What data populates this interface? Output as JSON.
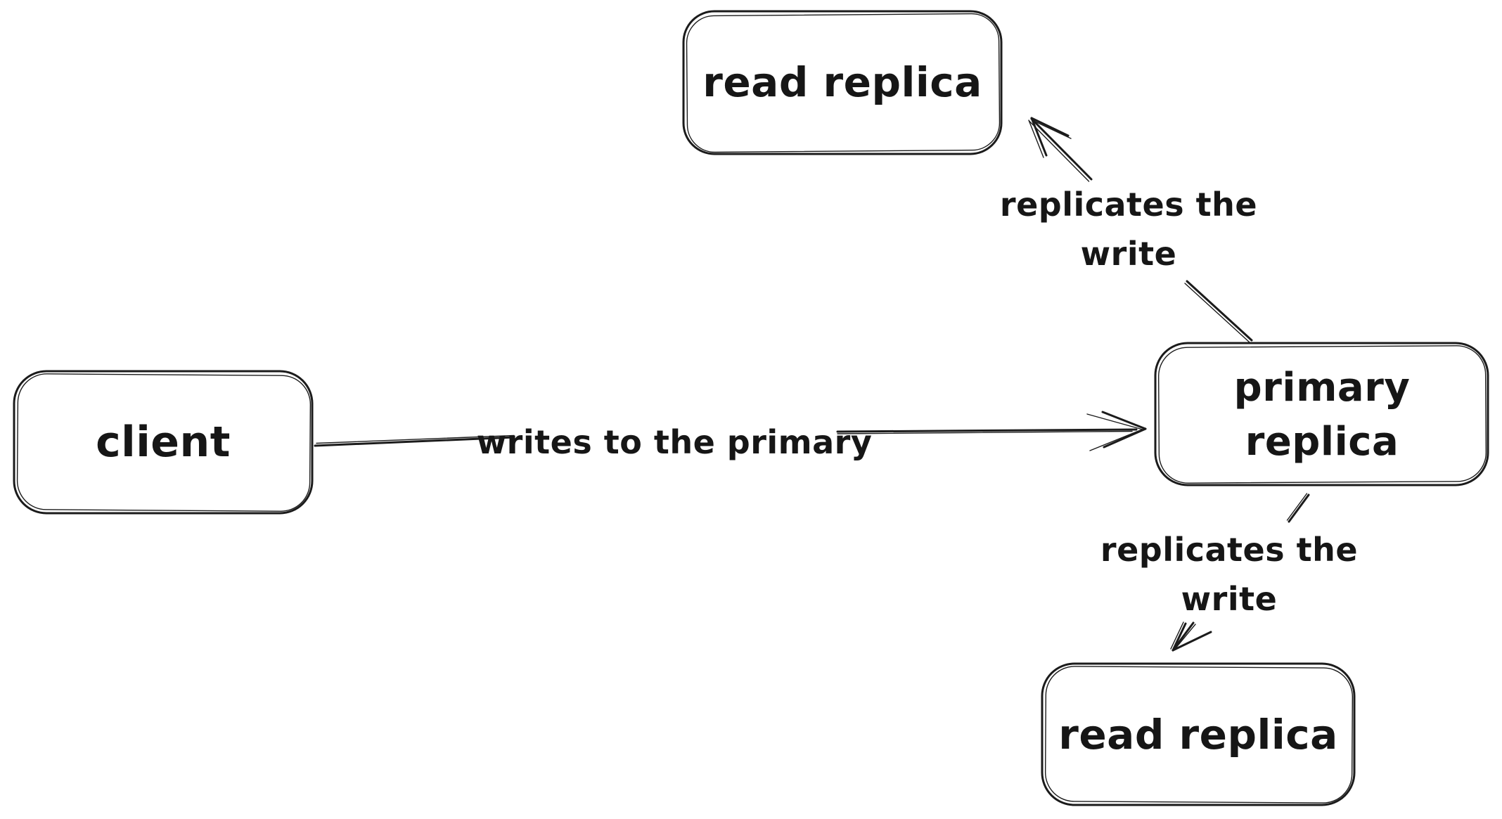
{
  "canvas": {
    "background": "#ffffff",
    "ink": "#1b1b1b",
    "style": "hand-drawn sketch"
  },
  "nodes": [
    {
      "id": "read-replica-top",
      "label": "read replica"
    },
    {
      "id": "client",
      "label": "client"
    },
    {
      "id": "primary-replica",
      "label": "primary\nreplica"
    },
    {
      "id": "read-replica-bottom",
      "label": "read replica"
    }
  ],
  "edges": [
    {
      "id": "client-to-primary",
      "from": "client",
      "to": "primary-replica",
      "label": "writes to the primary"
    },
    {
      "id": "primary-to-read-replica-top",
      "from": "primary-replica",
      "to": "read-replica-top",
      "label": "replicates the\nwrite"
    },
    {
      "id": "primary-to-read-replica-bottom",
      "from": "primary-replica",
      "to": "read-replica-bottom",
      "label": "replicates the\nwrite"
    }
  ]
}
